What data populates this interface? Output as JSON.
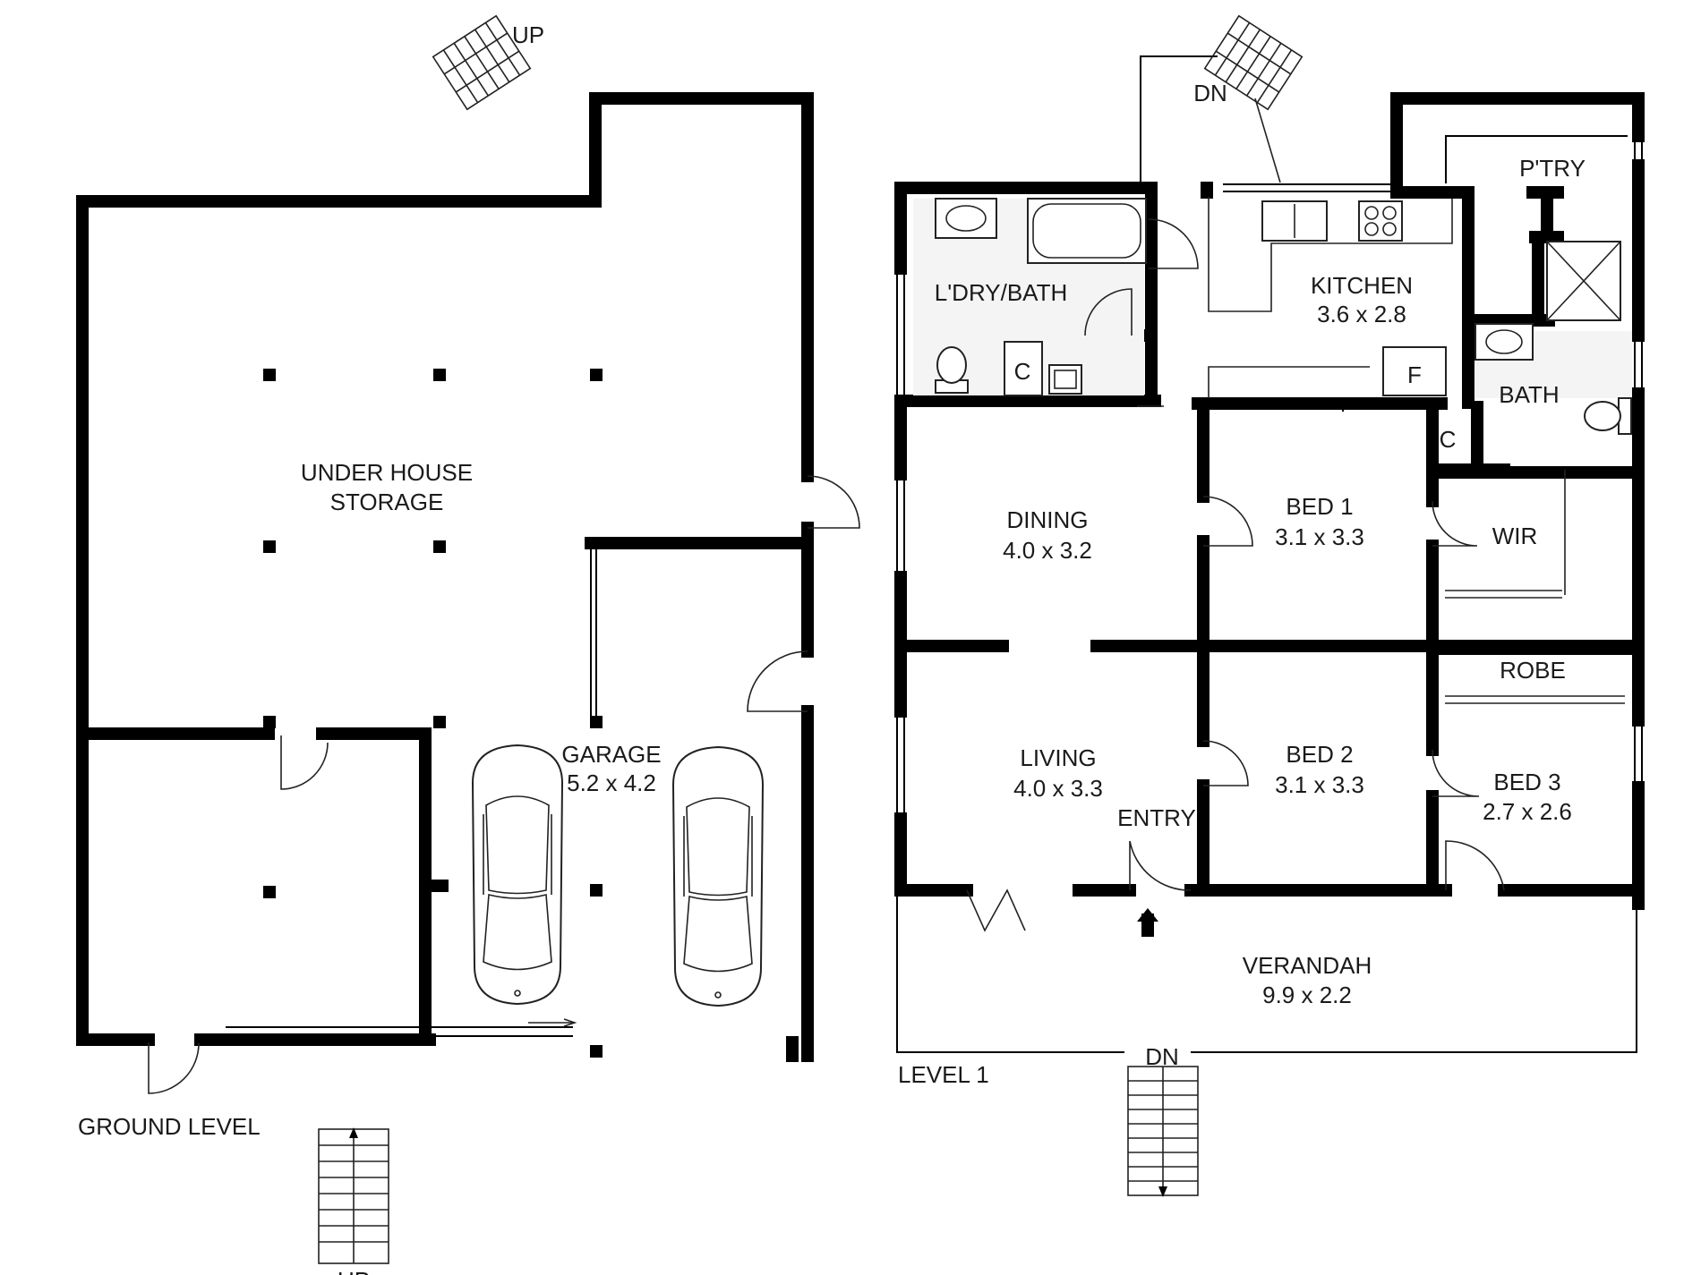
{
  "title": "",
  "levels": {
    "ground": {
      "name": "GROUND LEVEL",
      "rooms": {
        "storage_line1": "UNDER HOUSE",
        "storage_line2": "STORAGE",
        "garage_name": "GARAGE",
        "garage_dims": "5.2 x 4.2"
      },
      "stairs": {
        "top": "UP",
        "bottom": "UP"
      }
    },
    "level1": {
      "name": "LEVEL 1",
      "rooms": {
        "ldry_bath": "L'DRY/BATH",
        "kitchen_name": "KITCHEN",
        "kitchen_dims": "3.6 x 2.8",
        "pantry": "P'TRY",
        "bath": "BATH",
        "fridge": "F",
        "cupboard": "C",
        "dining_name": "DINING",
        "dining_dims": "4.0 x 3.2",
        "bed1_name": "BED 1",
        "bed1_dims": "3.1 x 3.3",
        "wir": "WIR",
        "robe": "ROBE",
        "living_name": "LIVING",
        "living_dims": "4.0 x 3.3",
        "entry": "ENTRY",
        "bed2_name": "BED 2",
        "bed2_dims": "3.1 x 3.3",
        "bed3_name": "BED 3",
        "bed3_dims": "2.7 x 2.6",
        "verandah_name": "VERANDAH",
        "verandah_dims": "9.9 x 2.2"
      },
      "stairs": {
        "top": "DN",
        "bottom": "DN"
      }
    }
  }
}
